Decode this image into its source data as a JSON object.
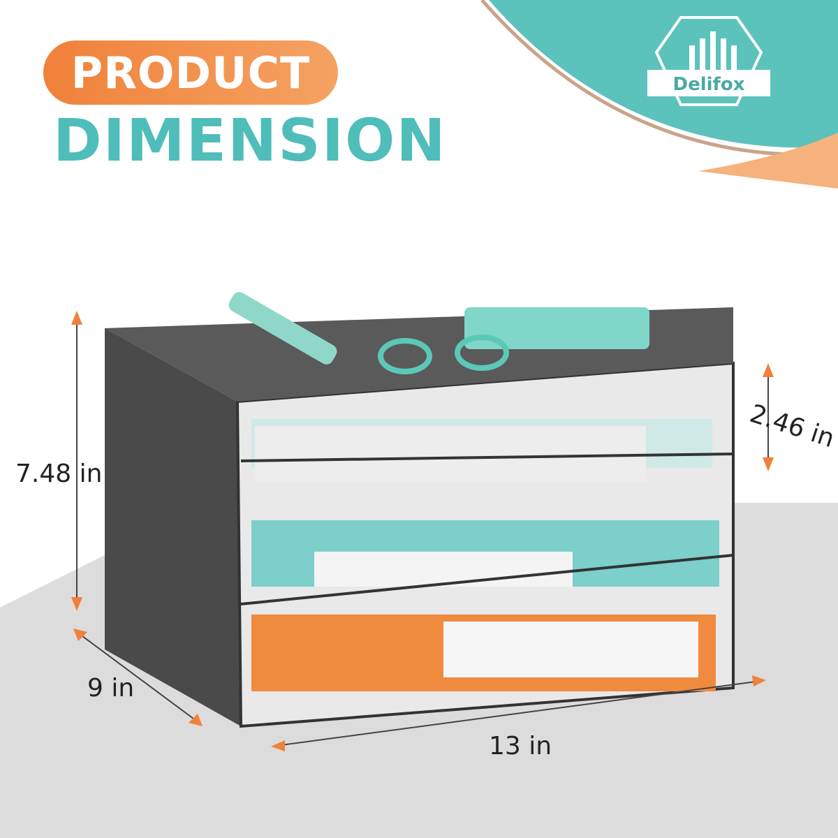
{
  "header": {
    "badge_text": "PRODUCT",
    "title": "DIMENSION"
  },
  "logo": {
    "brand": "Delifox"
  },
  "dimensions": {
    "height": "7.48 in",
    "tier_gap": "2.46 in",
    "depth": "9 in",
    "width": "13 in"
  },
  "colors": {
    "teal": "#4fbdb9",
    "orange": "#f0813a",
    "mesh": "#3a3a3a",
    "floor": "#d9d9d9"
  }
}
